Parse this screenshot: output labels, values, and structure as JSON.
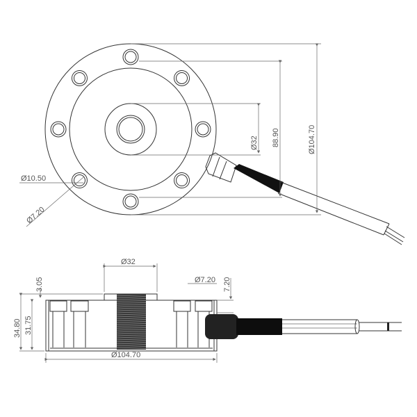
{
  "top_view": {
    "outer_diameter": "Ø104.70",
    "bolt_circle": "88.90",
    "hub_diameter": "Ø32",
    "counterbore_diameter": "Ø10.50",
    "hole_diameter": "Ø7.20"
  },
  "side_view": {
    "hub_diameter": "Ø32",
    "hub_height": "3.05",
    "hole_diameter": "Ø7.20",
    "hole_depth": "7.20",
    "total_height": "34.80",
    "body_height": "31.75",
    "outer_diameter": "Ø104.70"
  }
}
